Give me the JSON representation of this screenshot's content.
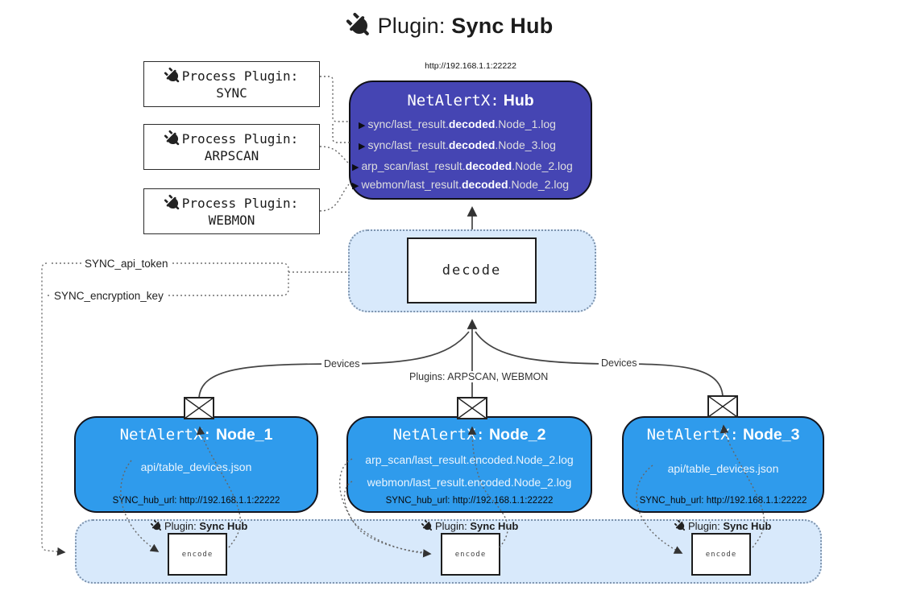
{
  "title": {
    "label": "Plugin:",
    "name": "Sync Hub"
  },
  "colors": {
    "hub_fill": "#4545b3",
    "node_fill": "#2f9bec",
    "panel_fill": "#d8e9fb",
    "line": "#444444"
  },
  "process_plugins": [
    {
      "label": "Process Plugin:",
      "name": "SYNC"
    },
    {
      "label": "Process Plugin:",
      "name": "ARPSCAN"
    },
    {
      "label": "Process Plugin:",
      "name": "WEBMON"
    }
  ],
  "hub": {
    "url": "http://192.168.1.1:22222",
    "product": "NetAlertX:",
    "name": "Hub",
    "logs": [
      {
        "pre": "sync/last_result.",
        "em": "decoded",
        "post": ".Node_1.log"
      },
      {
        "pre": "sync/last_result.",
        "em": "decoded",
        "post": ".Node_3.log"
      },
      {
        "pre": "arp_scan/last_result.",
        "em": "decoded",
        "post": ".Node_2.log"
      },
      {
        "pre": "webmon/last_result.",
        "em": "decoded",
        "post": ".Node_2.log"
      }
    ]
  },
  "decode": {
    "label": "decode"
  },
  "secrets": {
    "api_token": "SYNC_api_token",
    "encryption_key": "SYNC_encryption_key"
  },
  "edges": {
    "devices_left": "Devices",
    "devices_right": "Devices",
    "plugins": "Plugins: ARPSCAN, WEBMON"
  },
  "nodes": [
    {
      "product": "NetAlertX:",
      "name": "Node_1",
      "files": [
        "api/table_devices.json"
      ],
      "hub_url": "SYNC_hub_url: http://192.168.1.1:22222"
    },
    {
      "product": "NetAlertX:",
      "name": "Node_2",
      "files": [
        "arp_scan/last_result.encoded.Node_2.log",
        "webmon/last_result.encoded.Node_2.log"
      ],
      "hub_url": "SYNC_hub_url: http://192.168.1.1:22222"
    },
    {
      "product": "NetAlertX:",
      "name": "Node_3",
      "files": [
        "api/table_devices.json"
      ],
      "hub_url": "SYNC_hub_url: http://192.168.1.1:22222"
    }
  ],
  "strip": {
    "instances": [
      {
        "label": "Plugin:",
        "name": "Sync Hub",
        "action": "encode"
      },
      {
        "label": "Plugin:",
        "name": "Sync Hub",
        "action": "encode"
      },
      {
        "label": "Plugin:",
        "name": "Sync Hub",
        "action": "encode"
      }
    ]
  }
}
